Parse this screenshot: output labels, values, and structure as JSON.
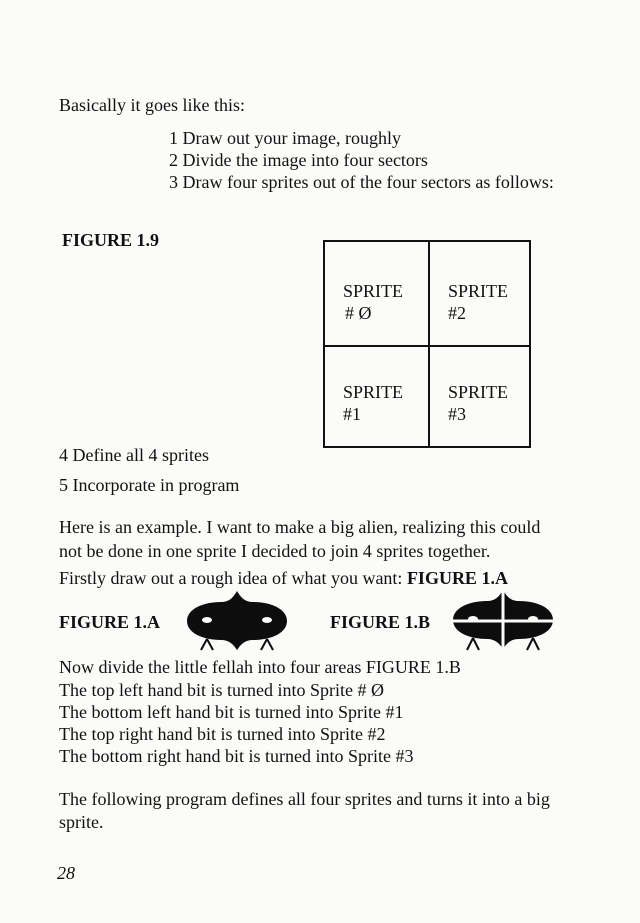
{
  "intro": "Basically it goes like this:",
  "steps": [
    "1 Draw out your image, roughly",
    "2 Divide the image into four sectors",
    "3 Draw four sprites out of the four sectors as follows:",
    "4 Define all 4 sprites",
    "5 Incorporate in program"
  ],
  "figure_19": {
    "label": "FIGURE 1.9",
    "cells": [
      {
        "line1": "SPRITE",
        "line2": "# Ø"
      },
      {
        "line1": "SPRITE",
        "line2": "#2"
      },
      {
        "line1": "SPRITE",
        "line2": "#1"
      },
      {
        "line1": "SPRITE",
        "line2": "#3"
      }
    ]
  },
  "example": {
    "line1": "Here is an example. I want to make a big alien, realizing this could",
    "line2": "not be done in one sprite I decided to join 4 sprites together.",
    "line3_prefix": "Firstly draw out a rough idea of what you want: ",
    "line3_bold": "FIGURE 1.A"
  },
  "figure_1a_label": "FIGURE 1.A",
  "figure_1b_label": "FIGURE 1.B",
  "divide_lines": [
    "Now divide the little fellah into four areas FIGURE 1.B",
    "The top left hand bit is turned into Sprite # Ø",
    "The bottom left hand bit is turned into Sprite #1",
    "The top right hand bit is turned into Sprite #2",
    "The bottom right hand bit is turned into Sprite #3"
  ],
  "closing": {
    "line1": "The following program defines all four sprites and turns it into a big",
    "line2": "sprite."
  },
  "page_number": "28"
}
